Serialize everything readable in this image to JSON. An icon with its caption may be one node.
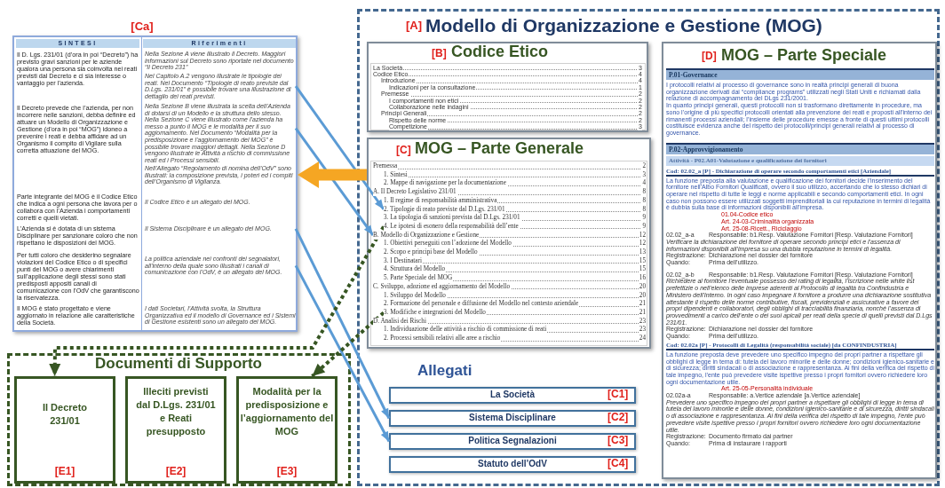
{
  "diagram": {
    "nodes": [
      {
        "text": [
          "[Ca]"
        ]
      },
      {
        "text": [
          "Nel Capitolo A.2 vengono illustrate le tipologie dei reati. Nel Documento “Tipologie di reato previste dal D.Lgs. 231/01” è possibile trovare una illustrazione di dettaglio dei reati previsti."
        ],
        "in": 0
      },
      {
        "text": [
          "Nella Sezione B viene illustrata la scelta dell’Azienda di dotarsi di un Modello e la struttura dello stesso. Nella Sezione C viene illustrato come l’azienda ha messo a punto il MOG e le modalità per il suo aggiornamento. Nel Documento “Modalità per la predisposizione e l’aggiornamento del MOG” è possibile trovare maggiori dettagli. Nella Sezione D vengono illustrate le Attività a rischio di commissione reati ed i Processi sensibili."
        ],
        "in": 0
      },
      {
        "text": [
          "Il Sistema Disciplinare è un allegato del MOG."
        ],
        "in": 0
      },
      {
        "text": [
          "La politica aziendale nei confronti dei segnalatori, all’interno della quale sono illustrati i canali di comunicazione con l’OdV, è un allegato del MOG."
        ],
        "in": 0
      },
      {
        "text": [
          "[A]",
          "Modello di Organizzazione e Gestione (MOG)"
        ]
      },
      {
        "text": [
          "[B]",
          "Codice Etico"
        ],
        "in": 5
      },
      {
        "text": [
          "[C]",
          "MOG – Parte Generale"
        ],
        "in": 5
      },
      {
        "text": [
          "2. Tipologie di reato previste dal D.Lgs. 231/01",
          "8"
        ],
        "in": 7
      },
      {
        "text": [
          "4. Le ipotesi di esonero della responsabilità dell’ente",
          "9"
        ],
        "in": 7
      },
      {
        "text": [
          "B. Modello di Organizzazione e Gestione",
          "12"
        ],
        "in": 7
      },
      {
        "text": [
          "3. Modifiche e integrazioni del Modello",
          "21"
        ],
        "in": 7
      },
      {
        "text": [
          "[D]",
          "MOG – Parte Speciale"
        ],
        "in": 5
      },
      {
        "text": [
          "La Società",
          "[C1]"
        ],
        "in": 5
      },
      {
        "text": [
          "Sistema Disciplinare",
          "[C2]"
        ],
        "in": 5
      },
      {
        "text": [
          "Politica Segnalazioni",
          "[C3]"
        ],
        "in": 5
      },
      {
        "text": [
          "Statuto dell’OdV",
          "[C4]"
        ],
        "in": 5
      },
      {
        "text": [
          "Documenti di Supporto"
        ]
      },
      {
        "text": [
          "Il Decreto 231/01",
          "[E1]"
        ],
        "in": 17
      },
      {
        "text": [
          "Illeciti previsti dal D.Lgs. 231/01 e Reati presupposto",
          "[E2]"
        ],
        "in": 17
      },
      {
        "text": [
          "Modalità per la predisposizione e l’aggiornamento del MOG",
          "[E3]"
        ],
        "in": 17
      }
    ],
    "edges": [
      {
        "from": 1,
        "to": 8,
        "arrow": "to"
      },
      {
        "from": 2,
        "to": 10,
        "arrow": "to"
      },
      {
        "from": 3,
        "to": 14,
        "arrow": "to"
      },
      {
        "from": 4,
        "to": 15,
        "arrow": "to"
      },
      {
        "from": 7,
        "to": 0,
        "arrow": "to",
        "style": "thick",
        "color": "#f5a623"
      },
      {
        "from": 9,
        "to": 18,
        "arrow": "to",
        "style": "dashed",
        "color": "#375623"
      },
      {
        "from": 11,
        "to": 20,
        "arrow": "to",
        "style": "dashed",
        "color": "#375623"
      }
    ],
    "labels": [
      "SINTESI",
      "Riferimenti",
      "Il D. Lgs. 231/01 (d’ora in poi “Decreto”) ha previsto gravi sanzioni per le aziende qualora una persona sia coinvolta nei reati previsti dal Decreto e ci sia interesse o vantaggio per l’azienda.",
      "Nella Sezione A viene illustrato il Decreto. Maggiori informazioni sul Decreto sono riportate nel documento “Il Decreto 231”",
      "Il Decreto prevede che l’azienda, per non incorrere nelle sanzioni, debba definire ed attuare un Modello di Organizzazione e Gestione (d’ora in poi “MOG”) idoneo a prevenire i reati e debba affidare ad un Organismo il compito di Vigilare sulla corretta attuazione del MOG.",
      "Nell’Allegato “Regolamento di nomina dell’OdV” sono illustrati: la composizione prevista, i poteri ed i compiti dell’Organismo di Vigilanza.",
      "Parte integrante del MOG è il Codice Etico che indica a ogni persona che lavora per o collabora con l’Azienda i comportamenti corretti e quelli vietati.",
      "Il Codice Etico è un allegato del MOG.",
      "L’Azienda si è dotata di un sistema Disciplinare per sanzionare coloro che non rispettano le disposizioni del MOG.",
      "Per tutti coloro che desiderino segnalare violazioni del Codice Etico o di specifici punti del MOG o avere chiarimenti sull’applicazione degli stessi sono stati predisposti appositi canali di comunicazione con l’OdV che garantiscono la riservatezza.",
      "Il MOG è stato progettato e viene aggiornato in relazione alle caratteristiche della Società.",
      "I dati Societari, l’Attività svolta, la Struttura Organizzativa ed il modello di Governance ed i Sistemi di Gestione esistenti sono un allegato del MOG.",
      "La Società",
      "3",
      "Codice Etico",
      "4",
      "Introduzione",
      "4",
      "Indicazioni per la consultazione",
      "1",
      "Premesse",
      "2",
      "I comportamenti non etici",
      "2",
      "Collaborazione nelle indagini",
      "2",
      "Principi Generali",
      "2",
      "Rispetto delle norme",
      "2",
      "Competizione",
      "3",
      "Premessa",
      "2",
      "1. Sintesi",
      "3",
      "2. Mappe di navigazione per la documentazione",
      "4",
      "A. Il Decreto Legislativo 231/01",
      "8",
      "1. Il regime di responsabilità amministrativa",
      "8",
      "3. La tipologia di sanzioni prevista dal D.Lgs. 231/01",
      "9",
      "1. Obiettivi perseguiti con l’adozione del Modello",
      "12",
      "2. Scopo e principi base del Modello",
      "13",
      "3. I Destinatari",
      "15",
      "4. Struttura del Modello",
      "15",
      "5. Parte Speciale del MOG",
      "16",
      "C. Sviluppo, adozione ed aggiornamento del Modello",
      "20",
      "1. Sviluppo del Modello",
      "20",
      "2. Formazione del personale e diffusione del Modello nel contesto aziendale",
      "21",
      "D. Analisi dei Rischi",
      "23",
      "1. Individuazione delle attività a rischio di commissione di reati",
      "23",
      "2. Processi sensibili relativi alle aree a rischio",
      "24",
      "P.01-Governance",
      "I protocolli relativi al processo di governance sono in realtà principi generali di buona organizzazione derivati dai “compliance programs” utilizzati negli Stati Uniti e richiamati dalla relazione di accompagnamento del DLgs 231/2001.",
      "In quanto principi generali, questi protocolli non si trasformano direttamente in procedure, ma sono l’origine di più specifici protocolli orientati alla prevenzione dei reati e proposti all’interno dei rimanenti processi aziendali; l’insieme delle procedure emesse a fronte di questi ultimi protocolli costituisce evidenza anche del rispetto dei protocolli/principi generali relativi al processo di governance.",
      "P.02-Approvvigionamento",
      "Attività - P02.A01-Valutazione e qualificazione dei fornitori",
      "Cod: 02.02_a [P] - Dichiarazione di operare secondo comportamenti etici [Aziendale]",
      "La funzione preposta alla valutazione e qualificazione dei fornitori decide l’inserimento del fornitore nell’Albo Fornitori Qualificati, ovvero il suo utilizzo, accertando che lo stesso dichiari di operare nel rispetto di tutte le leggi e norme applicabili e secondo comportamenti etici. In ogni caso non possono essere utilizzati soggetti imprenditoriali la cui reputazione in termini di legalità è dubbia sulla base di informazioni disponibili all’impresa.",
      "01.04-Codice etico",
      "Art. 24-03-Criminalità organizzata",
      "Art. 25-08-Ricett., Riciclaggio",
      "02.02_a-a",
      "Responsabile: b1.Resp. Valutazione Fornitori [Resp. Valutazione Fornitori]",
      "Verificare la dichiarazione del fornitore di operare secondo principi etici e l’assenza di informazioni disponibili all’impresa su una dubbia reputazione in termini di legalità.",
      "Registrazione:",
      "Dichiarazione nel dossier del fornitore",
      "Quando:",
      "Prima dell’utilizzo.",
      "02.02_a-b",
      "Responsabile: b1.Resp. Valutazione Fornitori [Resp. Valutazione Fornitori]",
      "Richiedere al fornitore l’eventuale possesso del rating di legalità, l’iscrizione nelle white list prefettizie o nell’elenco delle imprese aderenti al Protocollo di legalità tra Confindustria e Ministero dell’Interno. In ogni caso impegnare il fornitore a produrre una dichiarazione sostitutiva attestante il rispetto delle norme contributive, fiscali, previdenziali e assicurative a favore dei propri dipendenti e collaboratori, degli obblighi di tracciabilità finanziaria, nonché l’assenza di provvedimenti a carico dell’ente o dei suoi apicali per reati della specie di quelli previsti dal D.Lgs 231/01.",
      "Registrazione:",
      "Dichiarazione nel dossier del fornitore",
      "Quando:",
      "Prima dell’utilizzo.",
      "Cod: 02.02a [P] - Protocolli di Legalità (responsabilità sociale) [da CONFINDUSTRIA]",
      "La funzione preposta deve prevedere uno specifico impegno dei propri partner a rispettare gli obblighi di legge in tema di: tutela del lavoro minorile e delle donne; condizioni igienico-sanitarie e di sicurezza; diritti sindacali o di associazione e rappresentanza. Ai fini della verifica del rispetto di tale impegno, l’ente può prevedere visite ispettive presso i propri fornitori ovvero richiedere loro ogni documentazione utile.",
      "Art. 25-05-Personalità individuale",
      "02.02a-a",
      "Responsabile: a.Vertice aziendale [a.Vertice aziendale]",
      "Prevedere uno specifico impegno dei propri partner a rispettare gli obblighi di legge in tema di tutela del lavoro minorile e delle donne, condizioni igienico-sanitarie e di sicurezza, diritti sindacali o di associazione e rappresentanza. Ai fini della verifica del rispetto di tale impegno, l’ente può prevedere visite ispettive presso i propri fornitori ovvero richiedere loro ogni documentazione utile.",
      "Registrazione:",
      "Documento firmato dai partner",
      "Quando:",
      "Prima di instaurare i rapporti",
      "Allegati"
    ]
  }
}
